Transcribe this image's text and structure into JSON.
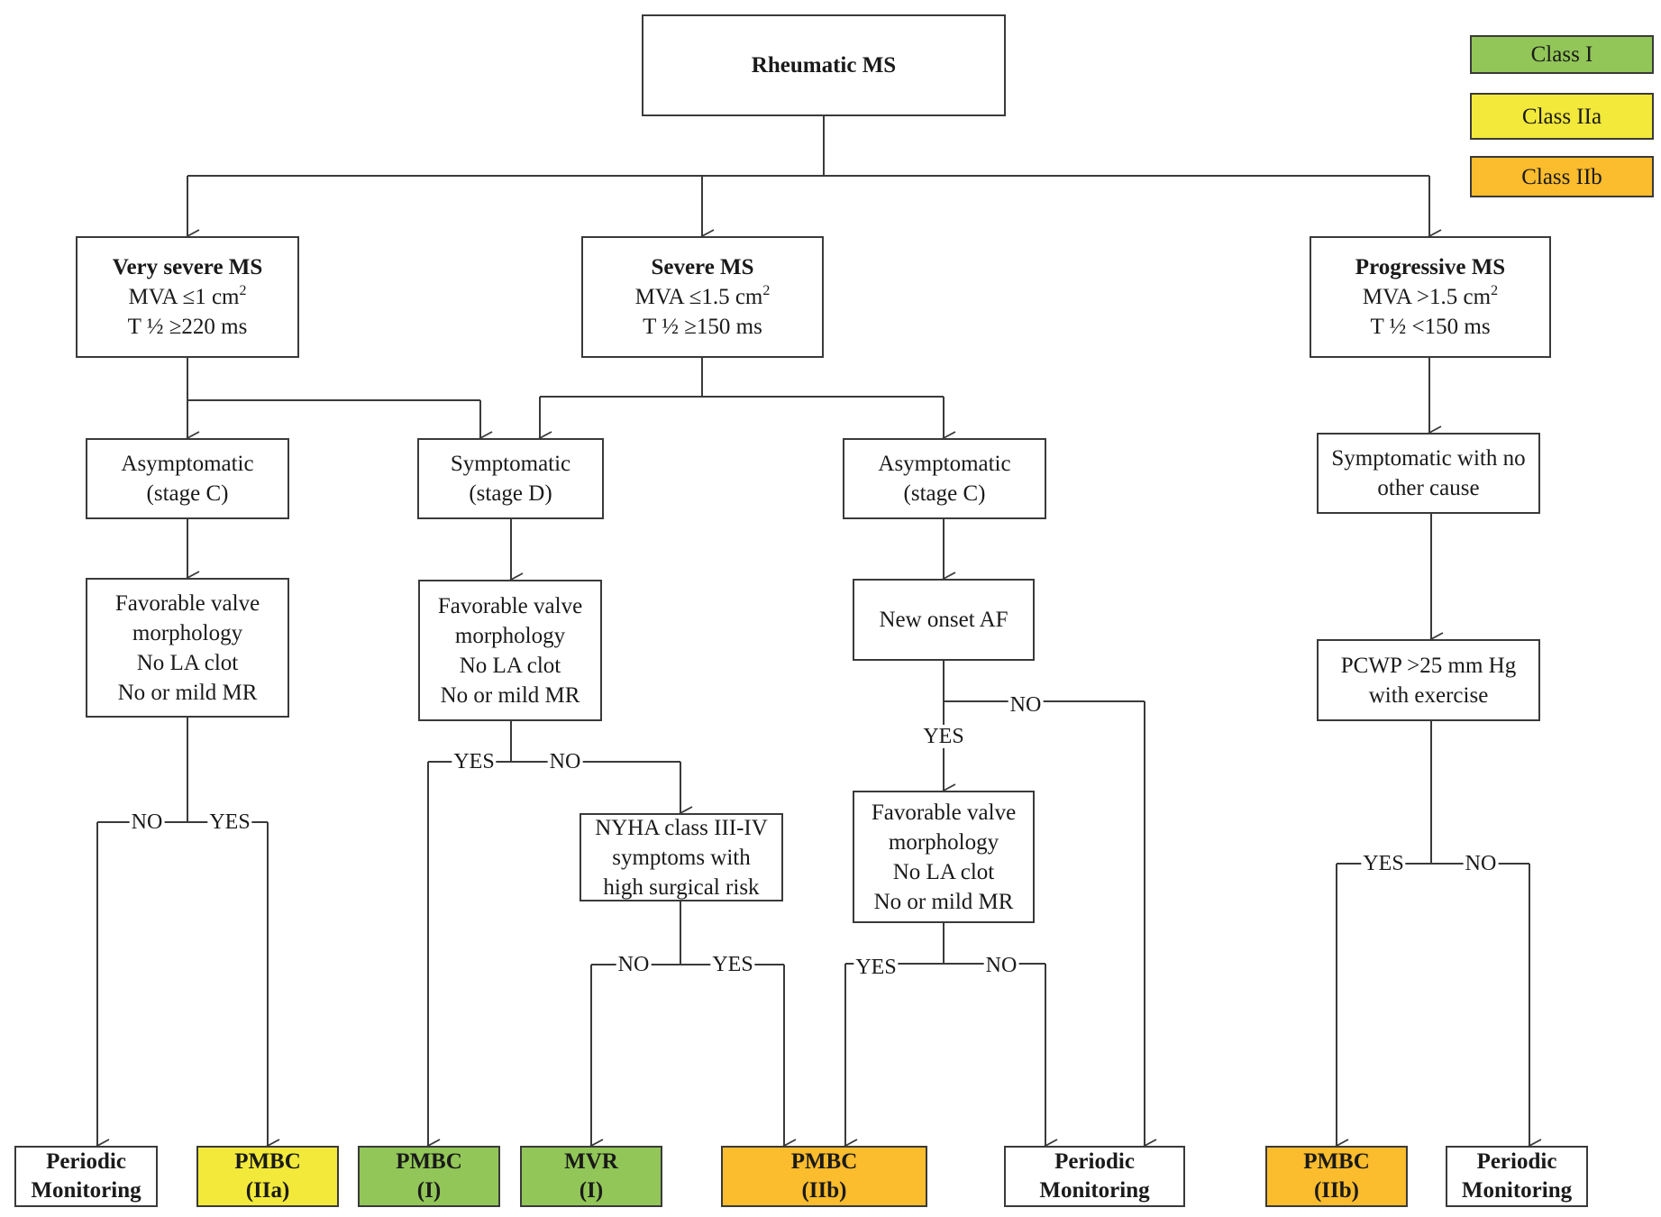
{
  "colors": {
    "class_i": "#92c658",
    "class_iia": "#f2e93a",
    "class_iib": "#fbbc2d",
    "line": "#3a3a3a"
  },
  "legend": {
    "class_i": "Class I",
    "class_iia": "Class IIa",
    "class_iib": "Class IIb"
  },
  "root": {
    "title": "Rheumatic MS"
  },
  "very_severe": {
    "title": "Very severe MS",
    "line1": "MVA ≤1 cm",
    "sup1": "2",
    "line2": "T ½ ≥220 ms"
  },
  "severe": {
    "title": "Severe MS",
    "line1": "MVA ≤1.5 cm",
    "sup1": "2",
    "line2": "T ½ ≥150 ms"
  },
  "progressive": {
    "title": "Progressive MS",
    "line1": "MVA >1.5 cm",
    "sup1": "2",
    "line2": "T ½ <150 ms"
  },
  "asym_vs": {
    "line1": "Asymptomatic",
    "line2": "(stage C)"
  },
  "symptomatic": {
    "line1": "Symptomatic",
    "line2": "(stage D)"
  },
  "asym_s": {
    "line1": "Asymptomatic",
    "line2": "(stage C)"
  },
  "symp_no_cause": {
    "line1": "Symptomatic with no",
    "line2": "other cause"
  },
  "fav_vs": {
    "line1": "Favorable valve",
    "line2": "morphology",
    "line3": "No LA clot",
    "line4": "No or mild MR"
  },
  "fav_symp": {
    "line1": "Favorable valve",
    "line2": "morphology",
    "line3": "No LA clot",
    "line4": "No or mild MR"
  },
  "new_af": {
    "line1": "New onset AF"
  },
  "pcwp": {
    "line1": "PCWP >25 mm Hg",
    "line2": "with exercise"
  },
  "nyha": {
    "line1": "NYHA class III-IV",
    "line2": "symptoms with",
    "line3": "high  surgical risk"
  },
  "fav_af": {
    "line1": "Favorable valve",
    "line2": "morphology",
    "line3": "No LA clot",
    "line4": "No or mild MR"
  },
  "leaves": {
    "l1": {
      "line1": "Periodic",
      "line2": "Monitoring"
    },
    "l2": {
      "line1": "PMBC",
      "line2": "(IIa)"
    },
    "l3": {
      "line1": "PMBC",
      "line2": "(I)"
    },
    "l4": {
      "line1": "MVR",
      "line2": "(I)"
    },
    "l5": {
      "line1": "PMBC",
      "line2": "(IIb)"
    },
    "l6": {
      "line1": "Periodic",
      "line2": "Monitoring"
    },
    "l7": {
      "line1": "PMBC",
      "line2": "(IIb)"
    },
    "l8": {
      "line1": "Periodic",
      "line2": "Monitoring"
    }
  },
  "branch_labels": {
    "fav_vs_no": "NO",
    "fav_vs_yes": "YES",
    "fav_symp_yes": "YES",
    "fav_symp_no": "NO",
    "nyha_no": "NO",
    "nyha_yes": "YES",
    "af_no": "NO",
    "af_yes": "YES",
    "fav_af_yes": "YES",
    "fav_af_no": "NO",
    "pcwp_yes": "YES",
    "pcwp_no": "NO"
  }
}
